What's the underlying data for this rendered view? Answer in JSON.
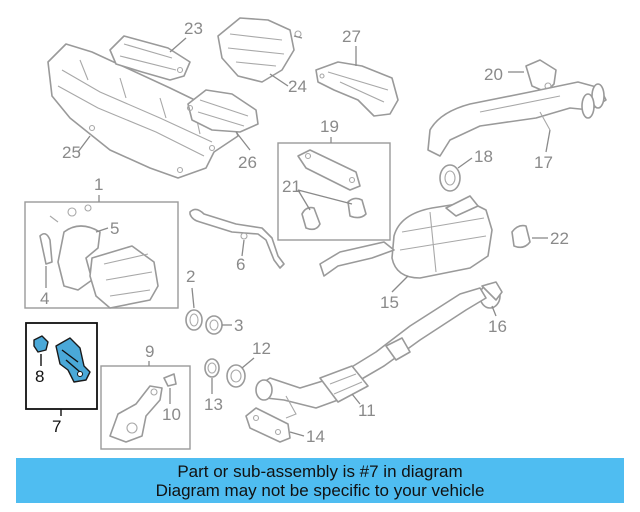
{
  "diagram": {
    "labels": {
      "p1": "1",
      "p2": "2",
      "p3": "3",
      "p4": "4",
      "p5": "5",
      "p6": "6",
      "p7": "7",
      "p8": "8",
      "p9": "9",
      "p10": "10",
      "p11": "11",
      "p12": "12",
      "p13": "13",
      "p14": "14",
      "p15": "15",
      "p16": "16",
      "p17": "17",
      "p18": "18",
      "p19": "19",
      "p20": "20",
      "p21": "21",
      "p22": "22",
      "p23": "23",
      "p24": "24",
      "p25": "25",
      "p26": "26",
      "p27": "27"
    },
    "colors": {
      "highlight_fill": "#4aa8d8",
      "line_gray": "#9a9a9a",
      "banner_bg": "#4fbdf1"
    }
  },
  "banner": {
    "line1": "Part or sub-assembly is #7 in diagram",
    "line2": "Diagram may not be specific to your vehicle"
  }
}
